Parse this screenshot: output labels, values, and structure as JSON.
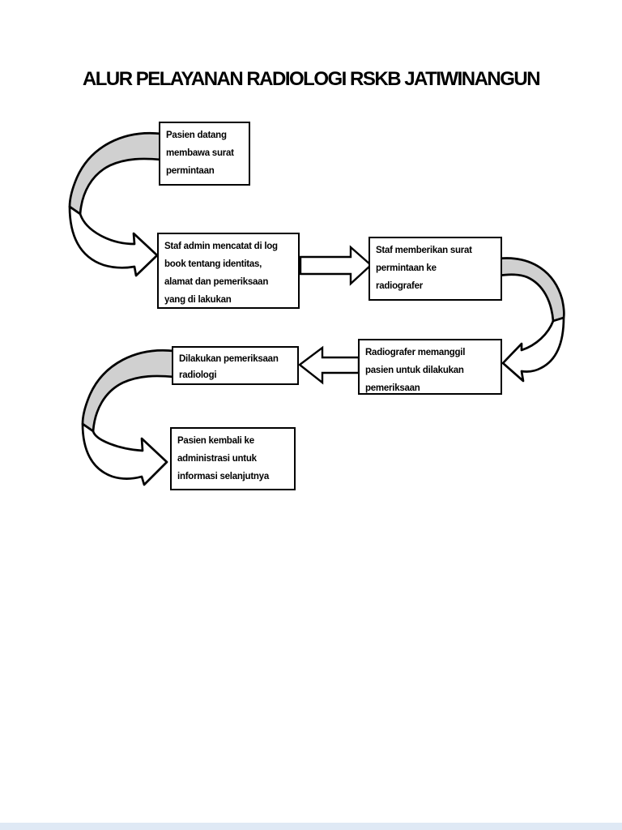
{
  "page": {
    "title": "ALUR PELAYANAN RADIOLOGI RSKB JATIWINANGUN"
  },
  "colors": {
    "ink": "#000000",
    "band_fill": "#d0d0d0",
    "arrow_fill": "#ffffff",
    "page_background": "#ffffff",
    "bottom_strip": "#dfe9f5"
  },
  "flowchart": {
    "nodes": [
      {
        "id": "pasien-datang",
        "label": "Pasien datang\nmembawa surat\npermintaan"
      },
      {
        "id": "staf-admin-mencatat",
        "label": "Staf admin mencatat di log\nbook tentang identitas,\nalamat dan pemeriksaan\nyang di lakukan"
      },
      {
        "id": "staf-memberikan-surat",
        "label": "Staf memberikan surat\npermintaan ke\nradiografer"
      },
      {
        "id": "radiografer-memanggil",
        "label": "Radiografer memanggil\npasien untuk dilakukan\npemeriksaan"
      },
      {
        "id": "dilakukan-pemeriksaan",
        "label": "Dilakukan pemeriksaan\nradiologi"
      },
      {
        "id": "pasien-kembali",
        "label": "Pasien kembali ke\nadministrasi untuk\ninformasi selanjutnya"
      }
    ],
    "connections": [
      {
        "from": "pasien-datang",
        "to": "staf-admin-mencatat",
        "style": "curved-block-arrow-left"
      },
      {
        "from": "staf-admin-mencatat",
        "to": "staf-memberikan-surat",
        "style": "straight-block-arrow-right"
      },
      {
        "from": "staf-memberikan-surat",
        "to": "radiografer-memanggil",
        "style": "curved-block-arrow-right"
      },
      {
        "from": "radiografer-memanggil",
        "to": "dilakukan-pemeriksaan",
        "style": "straight-block-arrow-left"
      },
      {
        "from": "dilakukan-pemeriksaan",
        "to": "pasien-kembali",
        "style": "curved-block-arrow-left"
      }
    ]
  }
}
